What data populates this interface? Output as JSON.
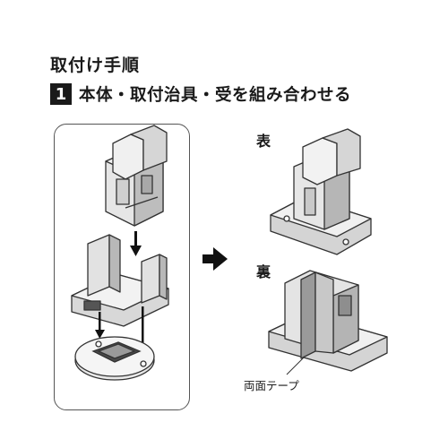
{
  "heading": "取付け手順",
  "step": {
    "number": "1",
    "text": "本体・取付治具・受を組み合わせる"
  },
  "labels": {
    "front": "表",
    "back": "裏",
    "tape": "両面テープ"
  },
  "icons": [
    "right-arrow-icon",
    "down-arrow-icon"
  ]
}
